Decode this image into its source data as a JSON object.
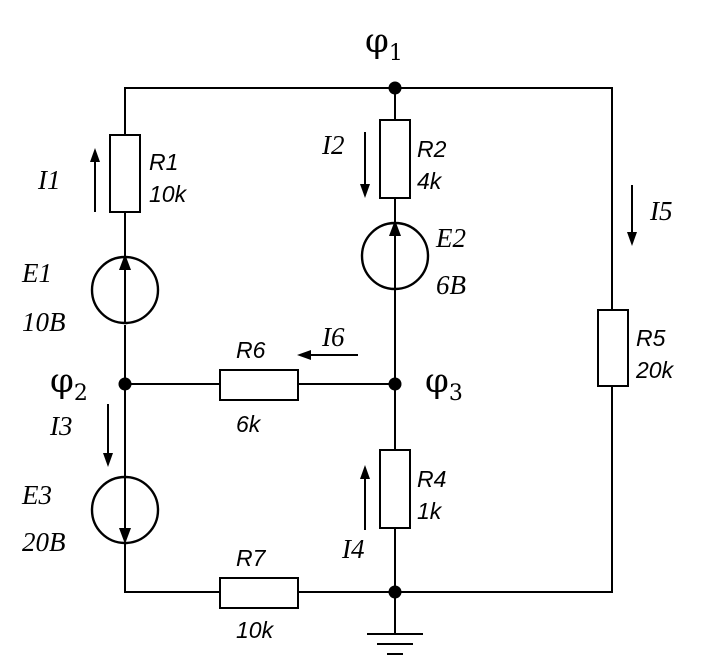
{
  "nodes": {
    "phi1": {
      "symbol": "φ",
      "sub": "1"
    },
    "phi2": {
      "symbol": "φ",
      "sub": "2"
    },
    "phi3": {
      "symbol": "φ",
      "sub": "3"
    }
  },
  "resistors": {
    "R1": {
      "name": "R1",
      "value": "10k"
    },
    "R2": {
      "name": "R2",
      "value": "4k"
    },
    "R4": {
      "name": "R4",
      "value": "1k"
    },
    "R5": {
      "name": "R5",
      "value": "20k"
    },
    "R6": {
      "name": "R6",
      "value": "6k"
    },
    "R7": {
      "name": "R7",
      "value": "10k"
    }
  },
  "sources": {
    "E1": {
      "name": "E1",
      "value": "10B"
    },
    "E2": {
      "name": "E2",
      "value": "6B"
    },
    "E3": {
      "name": "E3",
      "value": "20B"
    }
  },
  "currents": {
    "I1": "I1",
    "I2": "I2",
    "I3": "I3",
    "I4": "I4",
    "I5": "I5",
    "I6": "I6"
  }
}
